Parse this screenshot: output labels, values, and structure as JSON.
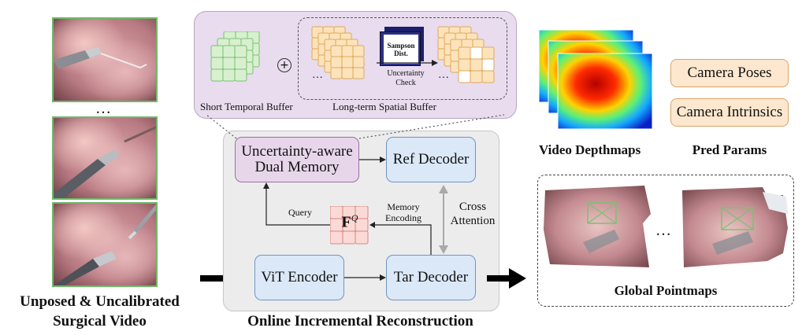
{
  "left": {
    "ellipsis": "…",
    "caption_line1": "Unposed & Uncalibrated",
    "caption_line2": "Surgical Video"
  },
  "memory_panel": {
    "plus": "+",
    "dots_left": "…",
    "dots_right": "…",
    "sampson_line1": "Sampson",
    "sampson_line2": "Dist.",
    "check_line1": "Uncertainty",
    "check_line2": "Check",
    "short_label": "Short Temporal Buffer",
    "long_label": "Long-term Spatial Buffer"
  },
  "pipeline": {
    "memory_line1": "Uncertainty-aware",
    "memory_line2": "Dual Memory",
    "ref_decoder": "Ref Decoder",
    "vit_encoder": "ViT Encoder",
    "tar_decoder": "Tar Decoder",
    "query": "Query",
    "memory_encoding_line1": "Memory",
    "memory_encoding_line2": "Encoding",
    "cross_attention_line1": "Cross",
    "cross_attention_line2": "Attention",
    "fq_symbol": "F",
    "fq_sup": "Q",
    "caption": "Online Incremental Reconstruction"
  },
  "right": {
    "depth_caption": "Video Depthmaps",
    "camera_poses": "Camera Poses",
    "camera_intrinsics": "Camera Intrinsics",
    "params_caption": "Pred Params",
    "pointmap_dots": "…",
    "pointmap_caption": "Global Pointmaps"
  },
  "colors": {
    "blue_fill": "#dbe8f8",
    "purple_fill": "#e7d6ea",
    "orange_fill": "#fde8cf",
    "frame_green": "#6fb86a",
    "panel_gray": "#ececec"
  }
}
